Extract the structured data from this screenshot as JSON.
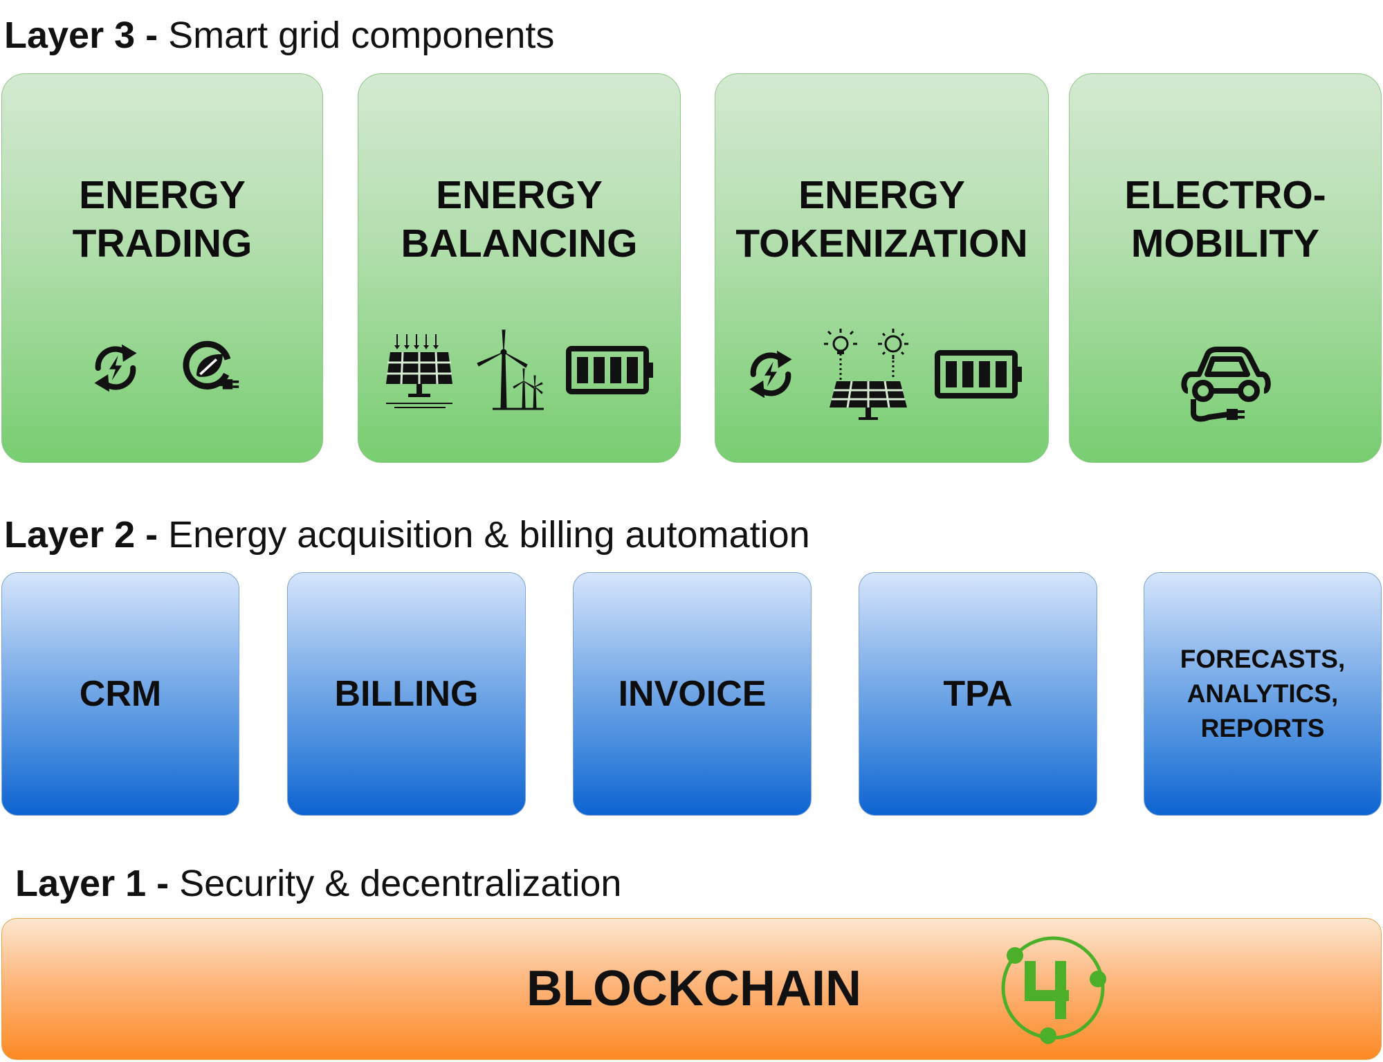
{
  "layer3": {
    "label_bold": "Layer 3 - ",
    "label_desc": "Smart grid components",
    "cards": [
      {
        "title": "ENERGY\nTRADING",
        "icons": [
          "energy-cycle-icon",
          "eco-leaf-plug-icon"
        ]
      },
      {
        "title": "ENERGY\nBALANCING",
        "icons": [
          "solar-panel-icon",
          "wind-turbine-icon",
          "battery-icon"
        ]
      },
      {
        "title": "ENERGY\nTOKENIZATION",
        "icons": [
          "energy-cycle-icon",
          "bulb-sun-solar-icon",
          "battery-icon"
        ]
      },
      {
        "title": "ELECTRO-\nMOBILITY",
        "icons": [
          "electric-car-icon"
        ]
      }
    ]
  },
  "layer2": {
    "label_bold": "Layer 2 - ",
    "label_desc": "Energy acquisition & billing automation",
    "cards": [
      {
        "title": "CRM"
      },
      {
        "title": "BILLING"
      },
      {
        "title": "INVOICE"
      },
      {
        "title": "TPA"
      },
      {
        "title": "FORECASTS,\nANALYTICS,\nREPORTS"
      }
    ]
  },
  "layer1": {
    "label_bold": "Layer 1 - ",
    "label_desc": "Security & decentralization",
    "bar": {
      "title": "BLOCKCHAIN",
      "logo_text": "4",
      "logo": "blockchain-4-logo"
    }
  },
  "colors": {
    "layer3_green": "#78cd71",
    "layer2_blue": "#0d63d1",
    "layer1_orange": "#fd8a25",
    "logo_green": "#4caf2a"
  }
}
